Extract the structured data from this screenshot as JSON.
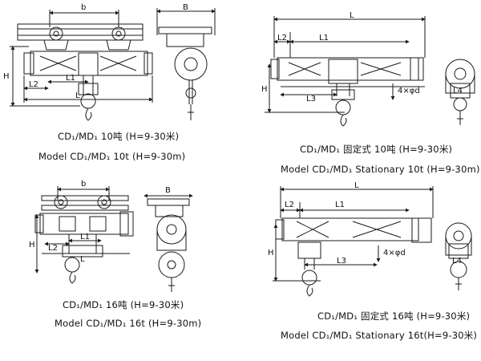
{
  "panels": [
    {
      "id": "cd1-10t",
      "caption_cn": "CD₁/MD₁ 10吨 (H=9-30米)",
      "caption_en": "Model CD₁/MD₁ 10t (H=9-30m)",
      "labels": [
        "b",
        "B",
        "H",
        "L2",
        "L1",
        "L"
      ]
    },
    {
      "id": "cd1-10t-stationary",
      "caption_cn": "CD₁/MD₁ 固定式 10吨 (H=9-30米)",
      "caption_en": "Model CD₁/MD₁ Stationary 10t (H=9-30m)",
      "labels": [
        "L",
        "L2",
        "L1",
        "H",
        "L3",
        "4×φd",
        "L4"
      ]
    },
    {
      "id": "cd1-16t",
      "caption_cn": "CD₁/MD₁ 16吨 (H=9-30米)",
      "caption_en": "Model CD₁/MD₁ 16t (H=9-30m)",
      "labels": [
        "b",
        "H",
        "L2",
        "L1",
        "L",
        "B"
      ]
    },
    {
      "id": "cd1-16t-stationary",
      "caption_cn": "CD₁/MD₁ 固定式 16吨 (H=9-30米)",
      "caption_en": "Model CD₁/MD₁ Stationary 16t(H=9-30米)",
      "labels": [
        "L",
        "L2",
        "L1",
        "H",
        "L3",
        "4×φd",
        "L4"
      ]
    }
  ],
  "colors": {
    "ink": "#1a1a1a",
    "paper": "#ffffff"
  }
}
